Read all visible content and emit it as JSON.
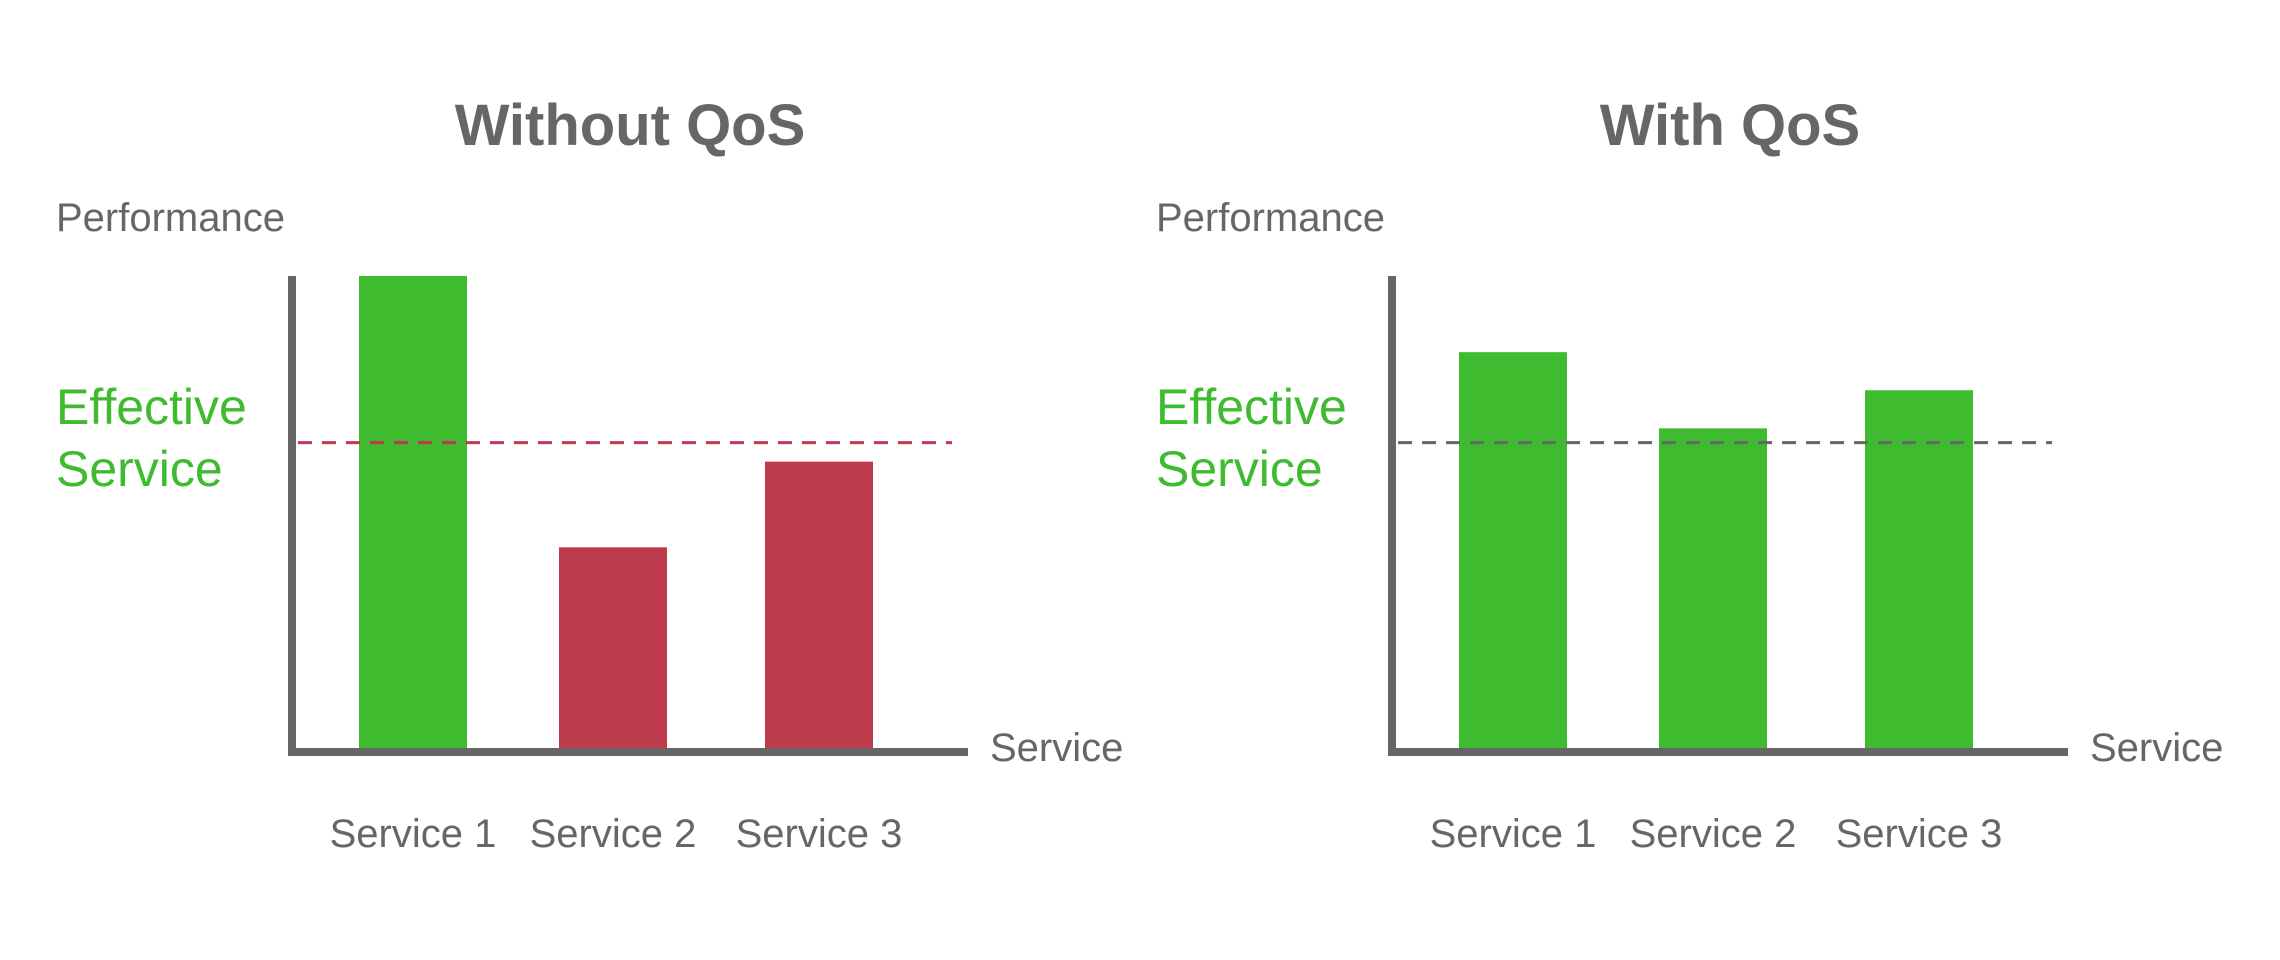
{
  "colors": {
    "axis": "#666666",
    "text": "#666666",
    "good": "#3fbb2f",
    "bad": "#be3a4d",
    "threshold_left": "#be3a4d",
    "threshold_right": "#666666"
  },
  "chart_data": [
    {
      "type": "bar",
      "title": "Without QoS",
      "ylabel": "Performance",
      "xlabel": "Service",
      "categories": [
        "Service 1",
        "Service 2",
        "Service 3"
      ],
      "values": [
        100,
        43,
        61
      ],
      "bar_colors": [
        "#3fbb2f",
        "#be3a4d",
        "#be3a4d"
      ],
      "threshold": {
        "label_line1": "Effective",
        "label_line2": "Service",
        "value": 65
      },
      "ylim": [
        0,
        100
      ],
      "grid": false
    },
    {
      "type": "bar",
      "title": "With QoS",
      "ylabel": "Performance",
      "xlabel": "Service",
      "categories": [
        "Service 1",
        "Service 2",
        "Service 3"
      ],
      "values": [
        84,
        68,
        76
      ],
      "bar_colors": [
        "#3fbb2f",
        "#3fbb2f",
        "#3fbb2f"
      ],
      "threshold": {
        "label_line1": "Effective",
        "label_line2": "Service",
        "value": 65
      },
      "ylim": [
        0,
        100
      ],
      "grid": false
    }
  ]
}
